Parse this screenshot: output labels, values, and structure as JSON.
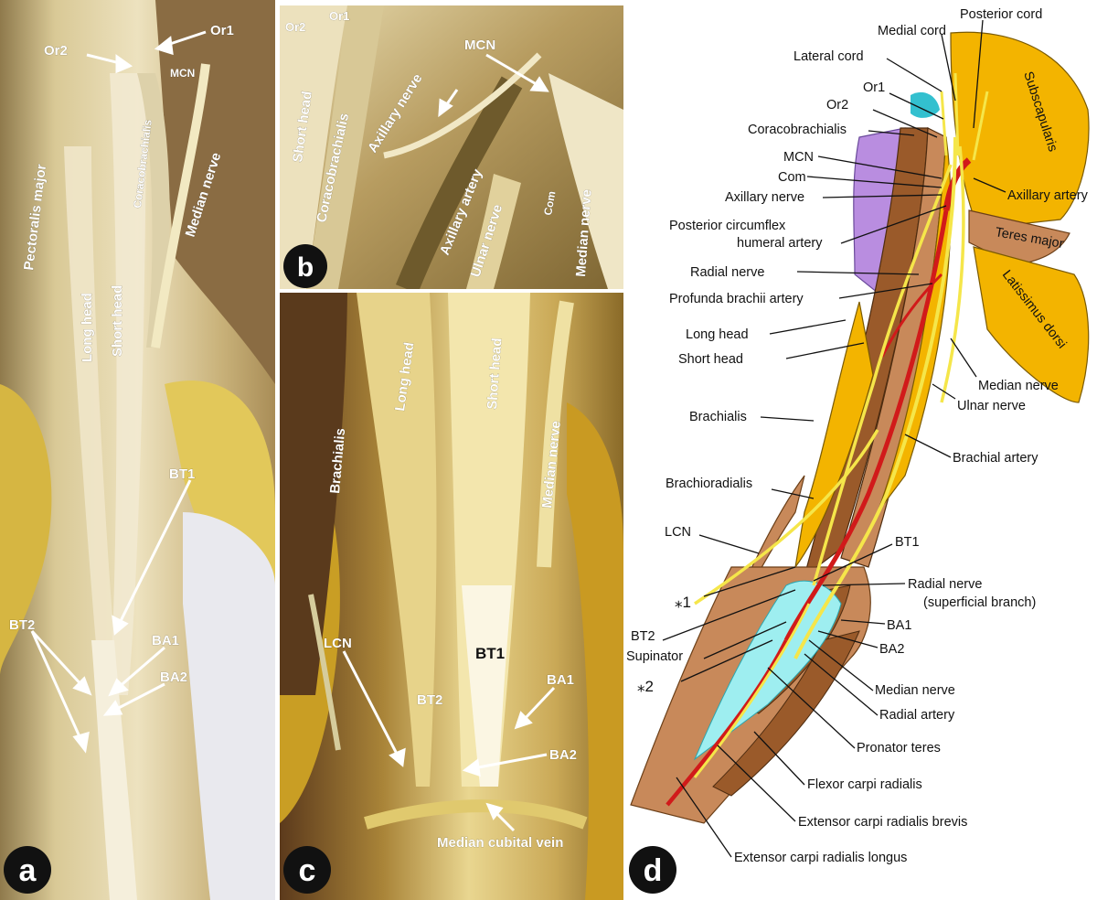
{
  "panels": [
    {
      "id": "a",
      "letter": "a"
    },
    {
      "id": "b",
      "letter": "b"
    },
    {
      "id": "c",
      "letter": "c"
    },
    {
      "id": "d",
      "letter": "d"
    }
  ],
  "panel_a": {
    "labels": {
      "or2": "Or2",
      "or1": "Or1",
      "mcn": "MCN",
      "pectoralis_major": "Pectoralis major",
      "coracobrachialis": "Coracobrachialis",
      "median_nerve": "Median nerve",
      "long_head": "Long head",
      "short_head": "Short head",
      "bt1": "BT1",
      "bt2": "BT2",
      "ba1": "BA1",
      "ba2": "BA2"
    }
  },
  "panel_b": {
    "labels": {
      "or2": "Or2",
      "or1": "Or1",
      "short_head": "Short head",
      "coracobrachialis": "Coracobrachialis",
      "axillary_nerve": "Axillary nerve",
      "mcn": "MCN",
      "axillary_artery": "Axillary artery",
      "ulnar_nerve": "Ulnar nerve",
      "com": "Com",
      "median_nerve": "Median nerve"
    }
  },
  "panel_c": {
    "labels": {
      "brachialis": "Brachialis",
      "long_head": "Long head",
      "short_head": "Short head",
      "median_nerve": "Median nerve",
      "lcn": "LCN",
      "bt1": "BT1",
      "bt2": "BT2",
      "ba1": "BA1",
      "ba2": "BA2",
      "median_cubital_vein": "Median cubital vein"
    }
  },
  "panel_d": {
    "labels": {
      "posterior_cord": "Posterior cord",
      "medial_cord": "Medial cord",
      "lateral_cord": "Lateral cord",
      "or1": "Or1",
      "or2": "Or2",
      "coracobrachialis": "Coracobrachialis",
      "mcn": "MCN",
      "com": "Com",
      "axillary_nerve": "Axillary nerve",
      "axillary_artery": "Axillary artery",
      "posterior_circumflex_1": "Posterior circumflex",
      "posterior_circumflex_2": "humeral artery",
      "teres_major": "Teres major",
      "subscapularis": "Subscapularis",
      "latissimus_dorsi": "Latissimus dorsi",
      "radial_nerve": "Radial nerve",
      "profunda_brachii_artery": "Profunda brachii artery",
      "long_head": "Long head",
      "short_head": "Short head",
      "median_nerve": "Median nerve",
      "ulnar_nerve": "Ulnar nerve",
      "brachialis": "Brachialis",
      "brachial_artery": "Brachial artery",
      "brachioradialis": "Brachioradialis",
      "lcn": "LCN",
      "bt1": "BT1",
      "radial_nerve_superficial_1": "Radial nerve",
      "radial_nerve_superficial_2": "(superficial branch)",
      "asterisk1": "⁎1",
      "ba1": "BA1",
      "bt2": "BT2",
      "supinator": "Supinator",
      "ba2": "BA2",
      "asterisk2": "⁎2",
      "median_nerve_2": "Median nerve",
      "radial_artery": "Radial artery",
      "pronator_teres": "Pronator teres",
      "flexor_carpi_radialis": "Flexor carpi radialis",
      "ecrb": "Extensor carpi radialis brevis",
      "ecrl": "Extensor carpi radialis longus"
    }
  },
  "colors": {
    "muscle_brown": "#9a5a2a",
    "muscle_tan": "#c8895a",
    "muscle_yellow": "#f3b400",
    "coracobrachialis_purple": "#b98de0",
    "artery_red": "#d11a1a",
    "nerve_yellow": "#f5e64a",
    "aponeurosis_cyan": "#9eeef0",
    "photo_tissue": "#d9c48a"
  }
}
